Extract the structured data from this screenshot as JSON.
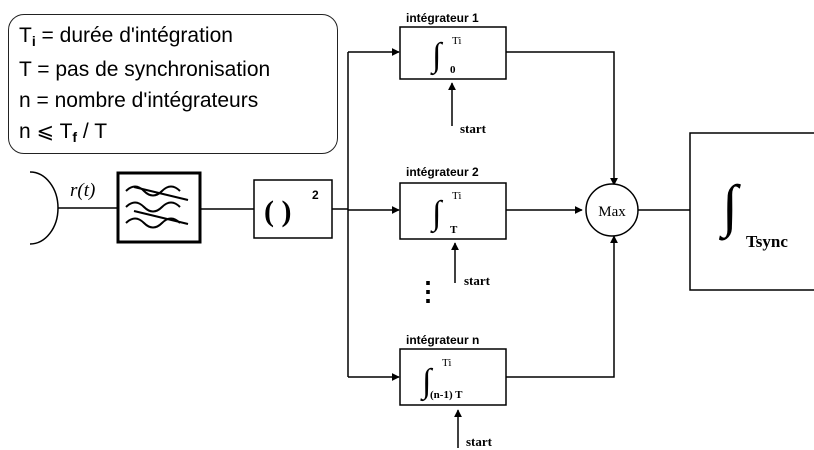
{
  "legend": {
    "line1": {
      "sym": "T",
      "sub": "i",
      "rest": " = durée d'intégration"
    },
    "line2": {
      "text": "T  = pas de synchronisation"
    },
    "line3": {
      "text": "n  = nombre d'intégrateurs"
    },
    "line4": {
      "lhs": "n ⩽ T",
      "sub": "f",
      "rest": " / T"
    }
  },
  "signal": {
    "label": "r(t)"
  },
  "square": {
    "parens": "( )",
    "exp": "2"
  },
  "integrators": [
    {
      "title": "intégrateur 1",
      "upper": "Ti",
      "lower": "0",
      "start": "start"
    },
    {
      "title": "intégrateur 2",
      "upper": "Ti",
      "lower": "T",
      "start": "start"
    },
    {
      "title": "intégrateur n",
      "upper": "Ti",
      "lower": "(n-1) T",
      "start": "start"
    }
  ],
  "max": {
    "label": "Max"
  },
  "sync": {
    "sign": "∫",
    "label": "Tsync"
  },
  "dots": "⋮",
  "integral_sign": "∫"
}
